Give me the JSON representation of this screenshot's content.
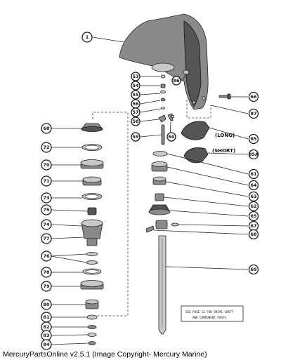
{
  "callouts": {
    "c1": "1",
    "c53": "53",
    "c54": "54",
    "c55": "55",
    "c56": "56",
    "c57": "57",
    "c58": "58",
    "c59": "59",
    "c60": "60",
    "c86": "86",
    "c66": "66",
    "c87": "87",
    "c85": "85",
    "c85a": "85A",
    "c61": "61",
    "c64": "64",
    "c63": "63",
    "c62": "62",
    "c65": "65",
    "c67": "67",
    "c68": "68",
    "c69": "69",
    "c68l": "68",
    "c72": "72",
    "c70": "70",
    "c71": "71",
    "c73": "73",
    "c75": "75",
    "c74": "74",
    "c77": "77",
    "c76": "76",
    "c78": "78",
    "c79": "79",
    "c80": "80",
    "c81": "81",
    "c82": "82",
    "c83": "83",
    "c84": "84"
  },
  "labels": {
    "long": "(LONG)",
    "short": "(SHORT)"
  },
  "note": {
    "line1": "SEE PAGE 13 FOR DRIVE SHAFT",
    "line2": "AND COMPONENT PARTS"
  },
  "caption": "MercuryPartsOnline v2.5.1 (Image Copyright- Mercury Marine)"
}
